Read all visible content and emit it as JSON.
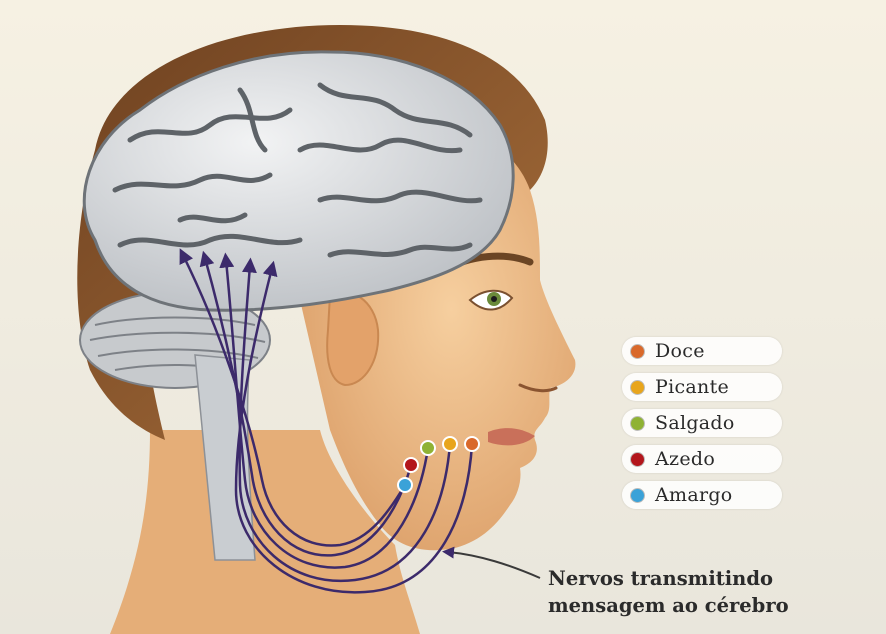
{
  "legend": [
    {
      "label": "Doce",
      "color": "#d9692b"
    },
    {
      "label": "Picante",
      "color": "#e8a51c"
    },
    {
      "label": "Salgado",
      "color": "#8fb234"
    },
    {
      "label": "Azedo",
      "color": "#b3161c"
    },
    {
      "label": "Amargo",
      "color": "#3aa2d8"
    }
  ],
  "caption": {
    "line1": "Nervos transmitindo",
    "line2": "mensagem ao cérebro"
  },
  "colors": {
    "nerve": "#3c2a6b",
    "skin": "#f0c08f",
    "hair": "#8a5a2e",
    "brain": "#dcdfe2"
  }
}
